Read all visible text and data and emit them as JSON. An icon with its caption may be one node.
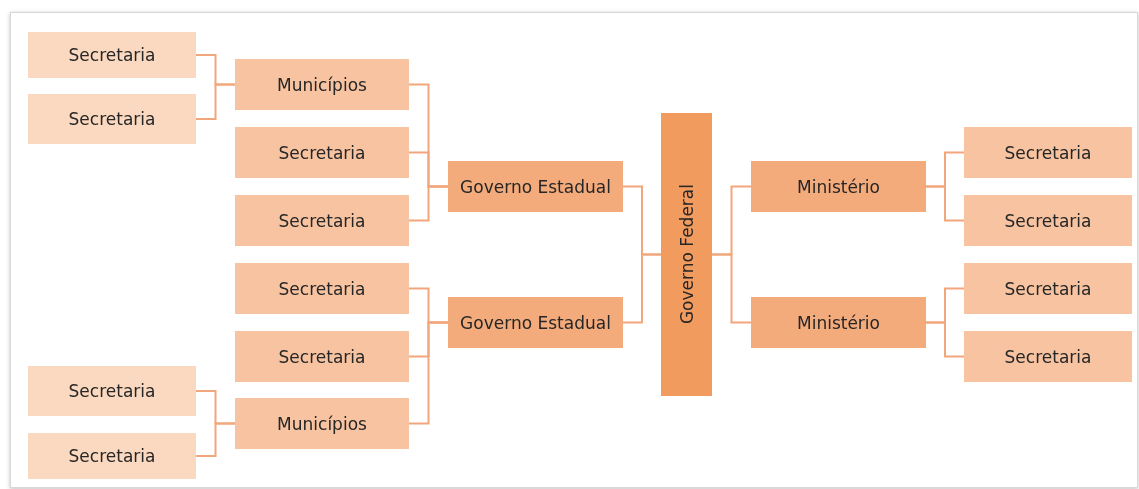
{
  "diagram": {
    "nodes": [
      {
        "text": [
          "Secretaria"
        ]
      },
      {
        "text": [
          "Secretaria"
        ]
      },
      {
        "text": [
          "Secretaria"
        ]
      },
      {
        "text": [
          "Secretaria"
        ]
      },
      {
        "text": [
          "Municípios"
        ]
      },
      {
        "text": [
          "Secretaria"
        ]
      },
      {
        "text": [
          "Secretaria"
        ]
      },
      {
        "text": [
          "Secretaria"
        ]
      },
      {
        "text": [
          "Secretaria"
        ]
      },
      {
        "text": [
          "Municípios"
        ]
      },
      {
        "text": [
          "Governo Estadual"
        ]
      },
      {
        "text": [
          "Governo Estadual"
        ]
      },
      {
        "text": [
          "Governo Federal"
        ]
      },
      {
        "text": [
          "Ministério"
        ]
      },
      {
        "text": [
          "Ministério"
        ]
      },
      {
        "text": [
          "Secretaria"
        ]
      },
      {
        "text": [
          "Secretaria"
        ]
      },
      {
        "text": [
          "Secretaria"
        ]
      },
      {
        "text": [
          "Secretaria"
        ]
      }
    ],
    "edges": [
      {
        "from": 4,
        "to": 0,
        "arrow": "none"
      },
      {
        "from": 4,
        "to": 1,
        "arrow": "none"
      },
      {
        "from": 9,
        "to": 2,
        "arrow": "none"
      },
      {
        "from": 9,
        "to": 3,
        "arrow": "none"
      },
      {
        "from": 10,
        "to": 4,
        "arrow": "none"
      },
      {
        "from": 10,
        "to": 5,
        "arrow": "none"
      },
      {
        "from": 10,
        "to": 6,
        "arrow": "none"
      },
      {
        "from": 11,
        "to": 7,
        "arrow": "none"
      },
      {
        "from": 11,
        "to": 8,
        "arrow": "none"
      },
      {
        "from": 11,
        "to": 9,
        "arrow": "none"
      },
      {
        "from": 12,
        "to": 10,
        "arrow": "none"
      },
      {
        "from": 12,
        "to": 11,
        "arrow": "none"
      },
      {
        "from": 12,
        "to": 13,
        "arrow": "none"
      },
      {
        "from": 12,
        "to": 14,
        "arrow": "none"
      },
      {
        "from": 13,
        "to": 15,
        "arrow": "none"
      },
      {
        "from": 13,
        "to": 16,
        "arrow": "none"
      },
      {
        "from": 14,
        "to": 17,
        "arrow": "none"
      },
      {
        "from": 14,
        "to": 18,
        "arrow": "none"
      }
    ]
  }
}
